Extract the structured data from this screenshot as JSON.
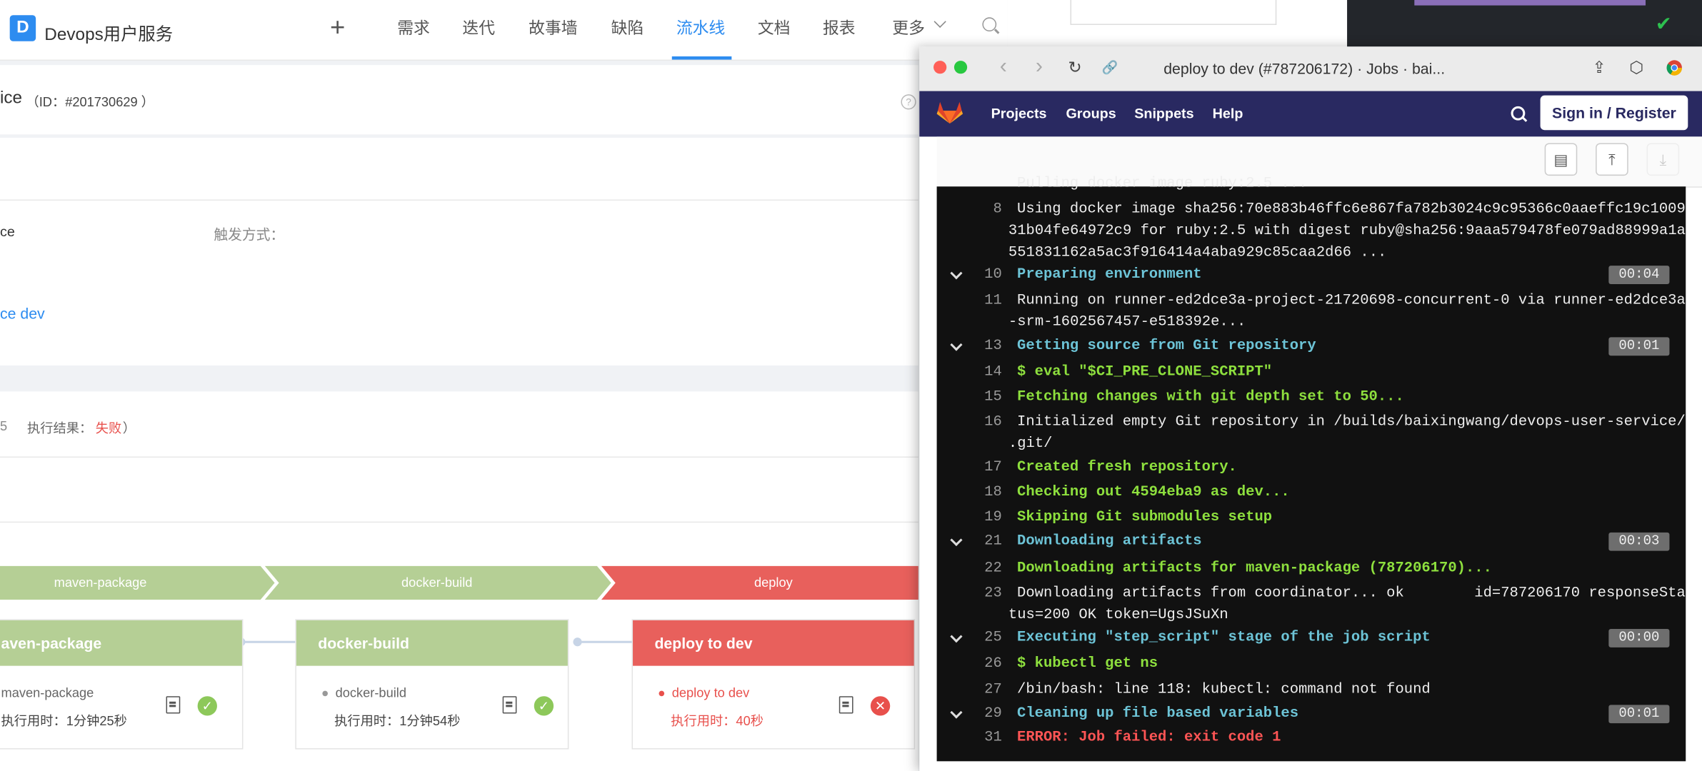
{
  "app": {
    "logo_letter": "D",
    "title": "Devops用户服务",
    "plus_symbol": "+",
    "nav": [
      "需求",
      "迭代",
      "故事墙",
      "缺陷",
      "流水线",
      "文档",
      "报表",
      "更多"
    ],
    "active_nav": "流水线"
  },
  "service": {
    "name_fragment": "ice",
    "id_text": "（ID：#201730629 ）",
    "help_symbol": "?",
    "field_fragment": "ce",
    "trigger_label": "触发方式：",
    "branch_link": "ce dev"
  },
  "result": {
    "prefix": "5",
    "label": "执行结果：",
    "value": "失败",
    "suffix": "）"
  },
  "stages": [
    {
      "name": "maven-package",
      "status": "success"
    },
    {
      "name": "docker-build",
      "status": "success"
    },
    {
      "name": "deploy",
      "status": "failed"
    }
  ],
  "jobs": [
    {
      "title": "aven-package",
      "sub": "maven-package",
      "time": "执行用时：1分钟25秒",
      "status_icon": "✓"
    },
    {
      "title": "docker-build",
      "sub": "docker-build",
      "time": "执行用时：1分钟54秒",
      "status_icon": "✓"
    },
    {
      "title": "deploy to dev",
      "sub": "deploy to dev",
      "time": "执行用时：40秒",
      "status_icon": "✕"
    }
  ],
  "bg_status_icon": "✔",
  "browser": {
    "title": "deploy to dev (#787206172) · Jobs · bai...",
    "back": "‹",
    "forward": "›",
    "reload": "↻",
    "link_icon": "🔗",
    "share_icon": "⇪",
    "ext_icon": "⬡",
    "gitlab_nav": [
      "Projects",
      "Groups",
      "Snippets",
      "Help"
    ],
    "signin": "Sign in / Register",
    "tool_icons": {
      "raw": "▤",
      "top": "⤒",
      "bottom": "⤓"
    }
  },
  "log": [
    {
      "n": "",
      "t": "Pulling docker image ruby:2.5 ...",
      "cls": "",
      "caret": false,
      "badge": ""
    },
    {
      "n": "8",
      "t": "Using docker image sha256:70e883b46ffc6e867fa782b3024c9c95366c0aaeffc19c1009",
      "cls": "",
      "caret": false,
      "badge": ""
    },
    {
      "n": "",
      "t": "31b04fe64972c9 for ruby:2.5 with digest ruby@sha256:9aaa579478fe079ad88999a1a",
      "cls": "cont",
      "caret": false,
      "badge": ""
    },
    {
      "n": "",
      "t": "551831162a5ac3f916414a4aba929c85caa2d66 ...",
      "cls": "cont",
      "caret": false,
      "badge": ""
    },
    {
      "n": "10",
      "t": "Preparing environment",
      "cls": "c-cyan",
      "caret": true,
      "badge": "00:04"
    },
    {
      "n": "11",
      "t": "Running on runner-ed2dce3a-project-21720698-concurrent-0 via runner-ed2dce3a",
      "cls": "",
      "caret": false,
      "badge": ""
    },
    {
      "n": "",
      "t": "-srm-1602567457-e518392e...",
      "cls": "cont",
      "caret": false,
      "badge": ""
    },
    {
      "n": "13",
      "t": "Getting source from Git repository",
      "cls": "c-cyan",
      "caret": true,
      "badge": "00:01"
    },
    {
      "n": "14",
      "t": "$ eval \"$CI_PRE_CLONE_SCRIPT\"",
      "cls": "c-green",
      "caret": false,
      "badge": ""
    },
    {
      "n": "15",
      "t": "Fetching changes with git depth set to 50...",
      "cls": "c-green",
      "caret": false,
      "badge": ""
    },
    {
      "n": "16",
      "t": "Initialized empty Git repository in /builds/baixingwang/devops-user-service/",
      "cls": "",
      "caret": false,
      "badge": ""
    },
    {
      "n": "",
      "t": ".git/",
      "cls": "cont",
      "caret": false,
      "badge": ""
    },
    {
      "n": "17",
      "t": "Created fresh repository.",
      "cls": "c-green",
      "caret": false,
      "badge": ""
    },
    {
      "n": "18",
      "t": "Checking out 4594eba9 as dev...",
      "cls": "c-green",
      "caret": false,
      "badge": ""
    },
    {
      "n": "19",
      "t": "Skipping Git submodules setup",
      "cls": "c-green",
      "caret": false,
      "badge": ""
    },
    {
      "n": "21",
      "t": "Downloading artifacts",
      "cls": "c-cyan",
      "caret": true,
      "badge": "00:03"
    },
    {
      "n": "22",
      "t": "Downloading artifacts for maven-package (787206170)...",
      "cls": "c-green",
      "caret": false,
      "badge": ""
    },
    {
      "n": "23",
      "t": "Downloading artifacts from coordinator... ok        id=787206170 responseSta",
      "cls": "",
      "caret": false,
      "badge": ""
    },
    {
      "n": "",
      "t": "tus=200 OK token=UgsJSuXn",
      "cls": "cont",
      "caret": false,
      "badge": ""
    },
    {
      "n": "25",
      "t": "Executing \"step_script\" stage of the job script",
      "cls": "c-cyan",
      "caret": true,
      "badge": "00:00"
    },
    {
      "n": "26",
      "t": "$ kubectl get ns",
      "cls": "c-green",
      "caret": false,
      "badge": ""
    },
    {
      "n": "27",
      "t": "/bin/bash: line 118: kubectl: command not found",
      "cls": "",
      "caret": false,
      "badge": ""
    },
    {
      "n": "29",
      "t": "Cleaning up file based variables",
      "cls": "c-cyan",
      "caret": true,
      "badge": "00:01"
    },
    {
      "n": "31",
      "t": "ERROR: Job failed: exit code 1",
      "cls": "c-red",
      "caret": false,
      "badge": ""
    }
  ],
  "colors": {
    "accent": "#2d8cf0",
    "stage_success": "#b5cf95",
    "stage_failed": "#e8605c",
    "gitlab_nav": "#292961",
    "terminal_bg": "#111111"
  }
}
